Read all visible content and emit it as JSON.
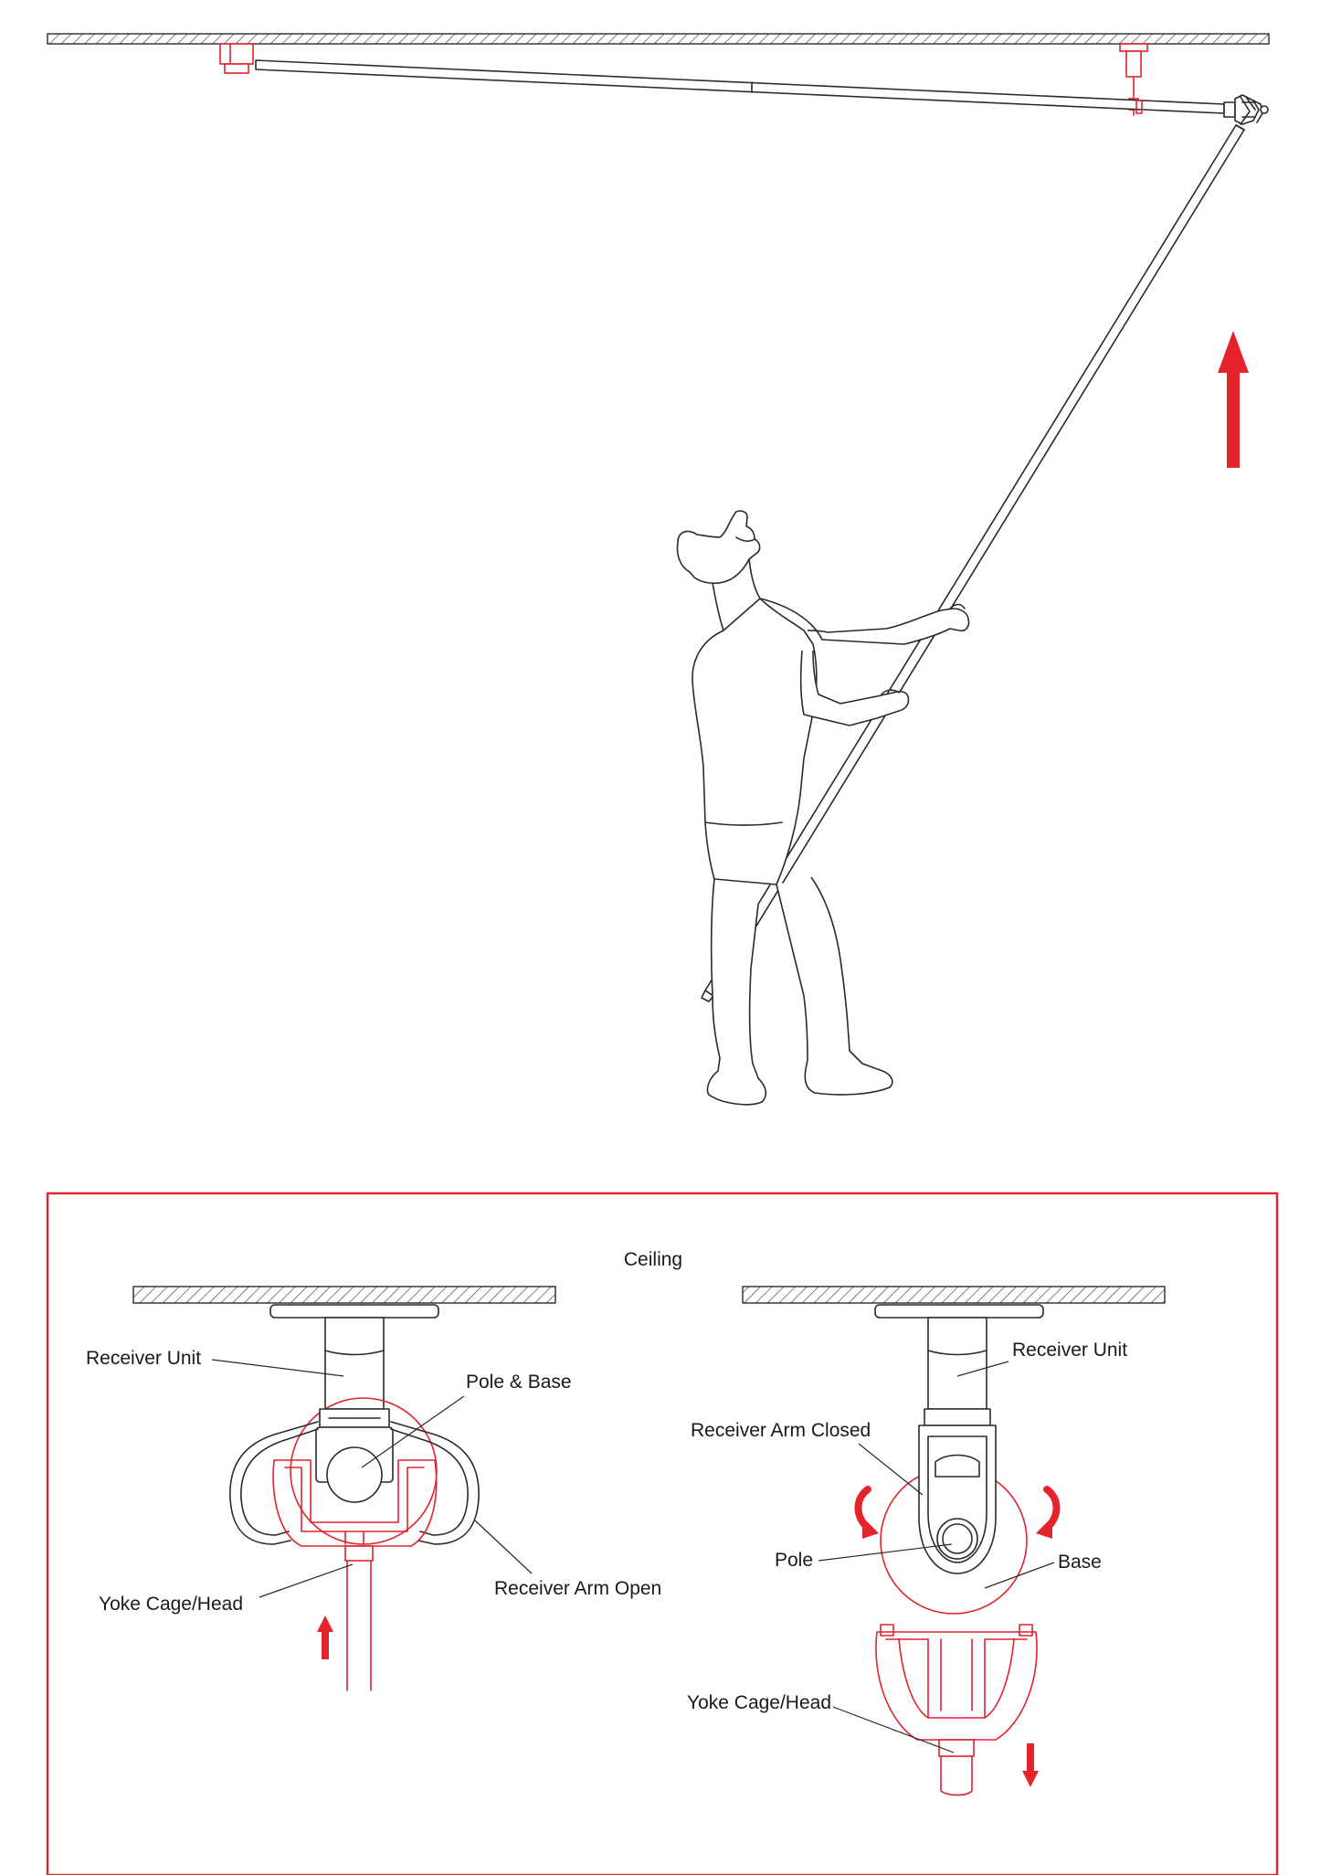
{
  "labels": {
    "ceiling": "Ceiling",
    "left": {
      "receiver_unit": "Receiver Unit",
      "pole_and_base": "Pole & Base",
      "yoke_cage_head": "Yoke Cage/Head",
      "receiver_arm_open": "Receiver Arm Open"
    },
    "right": {
      "receiver_unit": "Receiver Unit",
      "receiver_arm_closed": "Receiver Arm Closed",
      "pole": "Pole",
      "base": "Base",
      "yoke_cage_head": "Yoke Cage/Head"
    }
  },
  "colors": {
    "accent": "#e5232b",
    "line": "#2a2a2a",
    "background": "#ffffff"
  },
  "icons": {
    "up_arrow": "arrow-up-icon",
    "down_arrow": "arrow-down-icon",
    "rotate_arrow": "rotate-arrow-icon"
  }
}
